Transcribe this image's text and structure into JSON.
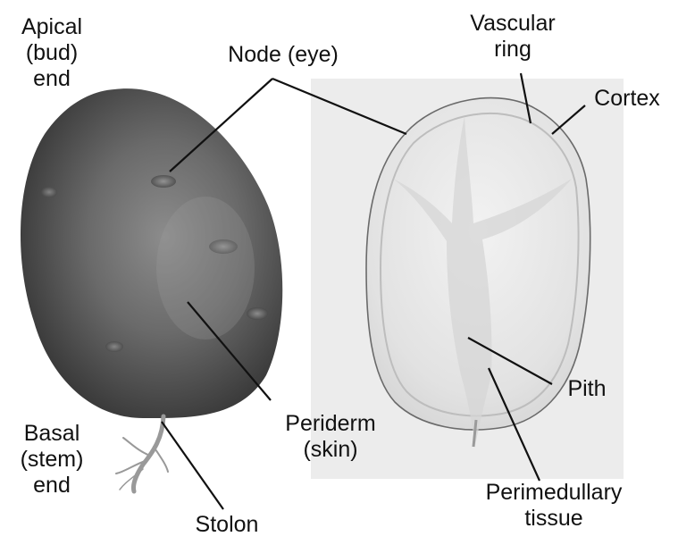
{
  "labels": {
    "apical": [
      "Apical",
      "(bud)",
      "end"
    ],
    "node": "Node (eye)",
    "vascular": [
      "Vascular",
      "ring"
    ],
    "cortex": "Cortex",
    "basal": [
      "Basal",
      "(stem)",
      "end"
    ],
    "stolon": "Stolon",
    "periderm": [
      "Periderm",
      "(skin)"
    ],
    "pith": "Pith",
    "perimedullary": [
      "Perimedullary",
      "tissue"
    ]
  },
  "colors": {
    "tuber_dark": "#3b3b3b",
    "tuber_mid": "#5e5e5e",
    "tuber_light": "#8a8a8a",
    "panel_bg": "#eeeeee",
    "section_fill": "#e4e4e4",
    "outline": "#555555",
    "leader": "#111111"
  }
}
